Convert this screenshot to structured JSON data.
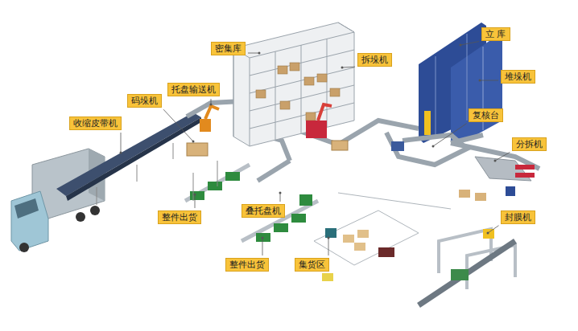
{
  "diagram": {
    "nodes": [
      {
        "text": [
          "密集库"
        ]
      },
      {
        "text": [
          "拆垛机"
        ]
      },
      {
        "text": [
          "立 库"
        ]
      },
      {
        "text": [
          "堆垛机"
        ]
      },
      {
        "text": [
          "托盘输送机"
        ]
      },
      {
        "text": [
          "码垛机"
        ]
      },
      {
        "text": [
          "收缩皮带机"
        ]
      },
      {
        "text": [
          "复核台"
        ]
      },
      {
        "text": [
          "分拆机"
        ]
      },
      {
        "text": [
          "整件出货"
        ]
      },
      {
        "text": [
          "叠托盘机"
        ]
      },
      {
        "text": [
          "封膜机"
        ]
      },
      {
        "text": [
          "整件出货"
        ]
      },
      {
        "text": [
          "集货区"
        ]
      }
    ]
  }
}
